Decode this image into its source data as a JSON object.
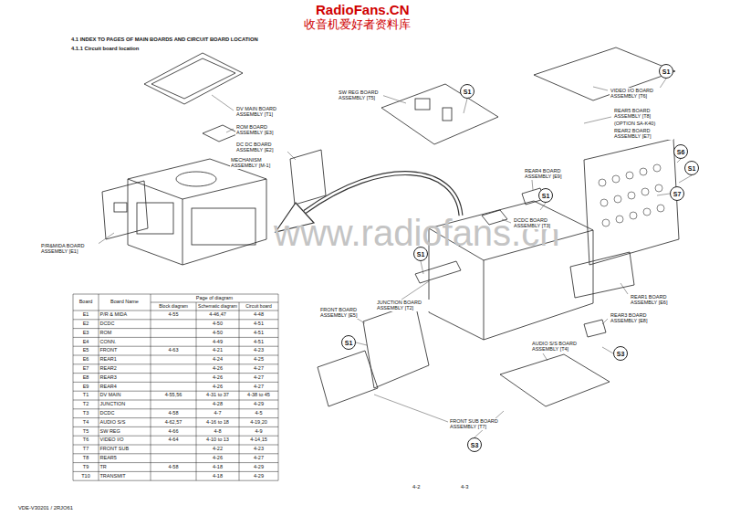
{
  "diagram": {
    "title": "4.1 INDEX TO PAGES OF MAIN BOARDS AND CIRCUIT BOARD LOCATION",
    "nodes": [
      {
        "text": [
          "S1"
        ]
      },
      {
        "text": [
          "S1"
        ]
      },
      {
        "text": [
          "S6"
        ]
      },
      {
        "text": [
          "S1"
        ]
      },
      {
        "text": [
          "S7"
        ]
      },
      {
        "text": [
          "S1"
        ]
      },
      {
        "text": [
          "S1"
        ]
      },
      {
        "text": [
          "S1"
        ]
      },
      {
        "text": [
          "S3"
        ]
      },
      {
        "text": [
          "S3"
        ]
      }
    ],
    "labels": [
      "RadioFans.CN",
      "收音机爱好者资料库",
      "4.1.1 Circuit board location",
      "www.radiofans.cn",
      "DV MAIN BOARD ASSEMBLY [T1]",
      "ROM BOARD ASSEMBLY [E3]",
      "DC DC BOARD ASSEMBLY [E2]",
      "MECHANISM ASSEMBLY [M-1]",
      "P/R&MIDA BOARD ASSEMBLY [E1]",
      "SW REG BOARD ASSEMBLY [T5]",
      "VIDEO I/O BOARD ASSEMBLY [T6]",
      "REAR5 BOARD ASSEMBLY [T8]",
      "(OPTION SA-K40)",
      "REAR2 BOARD ASSEMBLY [E7]",
      "REAR4 BOARD ASSEMBLY [E9]",
      "DCDC BOARD ASSEMBLY [T3]",
      "JUNCTION BOARD ASSEMBLY [T2]",
      "FRONT BOARD ASSEMBLY [E5]",
      "REAR1 BOARD ASSEMBLY [E6]",
      "REAR3 BOARD ASSEMBLY [E8]",
      "AUDIO S/S BOARD ASSEMBLY [T4]",
      "FRONT SUB BOARD ASSEMBLY [T7]",
      "Board",
      "Board Name",
      "Page of diagram",
      "Block diagram",
      "Schematic diagram",
      "Circuit board",
      "E1",
      "P/R & MIDA",
      "4-55",
      "4-46,47",
      "4-48",
      "E2",
      "DCDC",
      "4-50",
      "4-51",
      "E3",
      "ROM",
      "4-50",
      "4-51",
      "E4",
      "CONN.",
      "4-49",
      "4-51",
      "E5",
      "FRONT",
      "4-63",
      "4-21",
      "4-23",
      "E6",
      "REAR1",
      "4-24",
      "4-25",
      "E7",
      "REAR2",
      "4-26",
      "4-27",
      "E8",
      "REAR3",
      "4-26",
      "4-27",
      "E9",
      "REAR4",
      "4-26",
      "4-27",
      "T1",
      "DV MAIN",
      "4-55,56",
      "4-31 to 37",
      "4-38 to 45",
      "T2",
      "JUNCTION",
      "4-28",
      "4-29",
      "T3",
      "DCDC",
      "4-58",
      "4-7",
      "4-5",
      "T4",
      "AUDIO S/S",
      "4-62,57",
      "4-16 to 18",
      "4-19,20",
      "T5",
      "SW REG",
      "4-66",
      "4-8",
      "4-9",
      "T6",
      "VIDEO I/O",
      "4-64",
      "4-10 to 13",
      "4-14,15",
      "T7",
      "FRONT SUB",
      "4-22",
      "4-23",
      "T8",
      "REAR5",
      "4-26",
      "4-27",
      "T9",
      "TR",
      "4-58",
      "4-18",
      "4-29",
      "T10",
      "TRANSMIT",
      "4-18",
      "4-29",
      "4-2",
      "4-3",
      "VDE-V30201 / 2RJO61"
    ]
  }
}
